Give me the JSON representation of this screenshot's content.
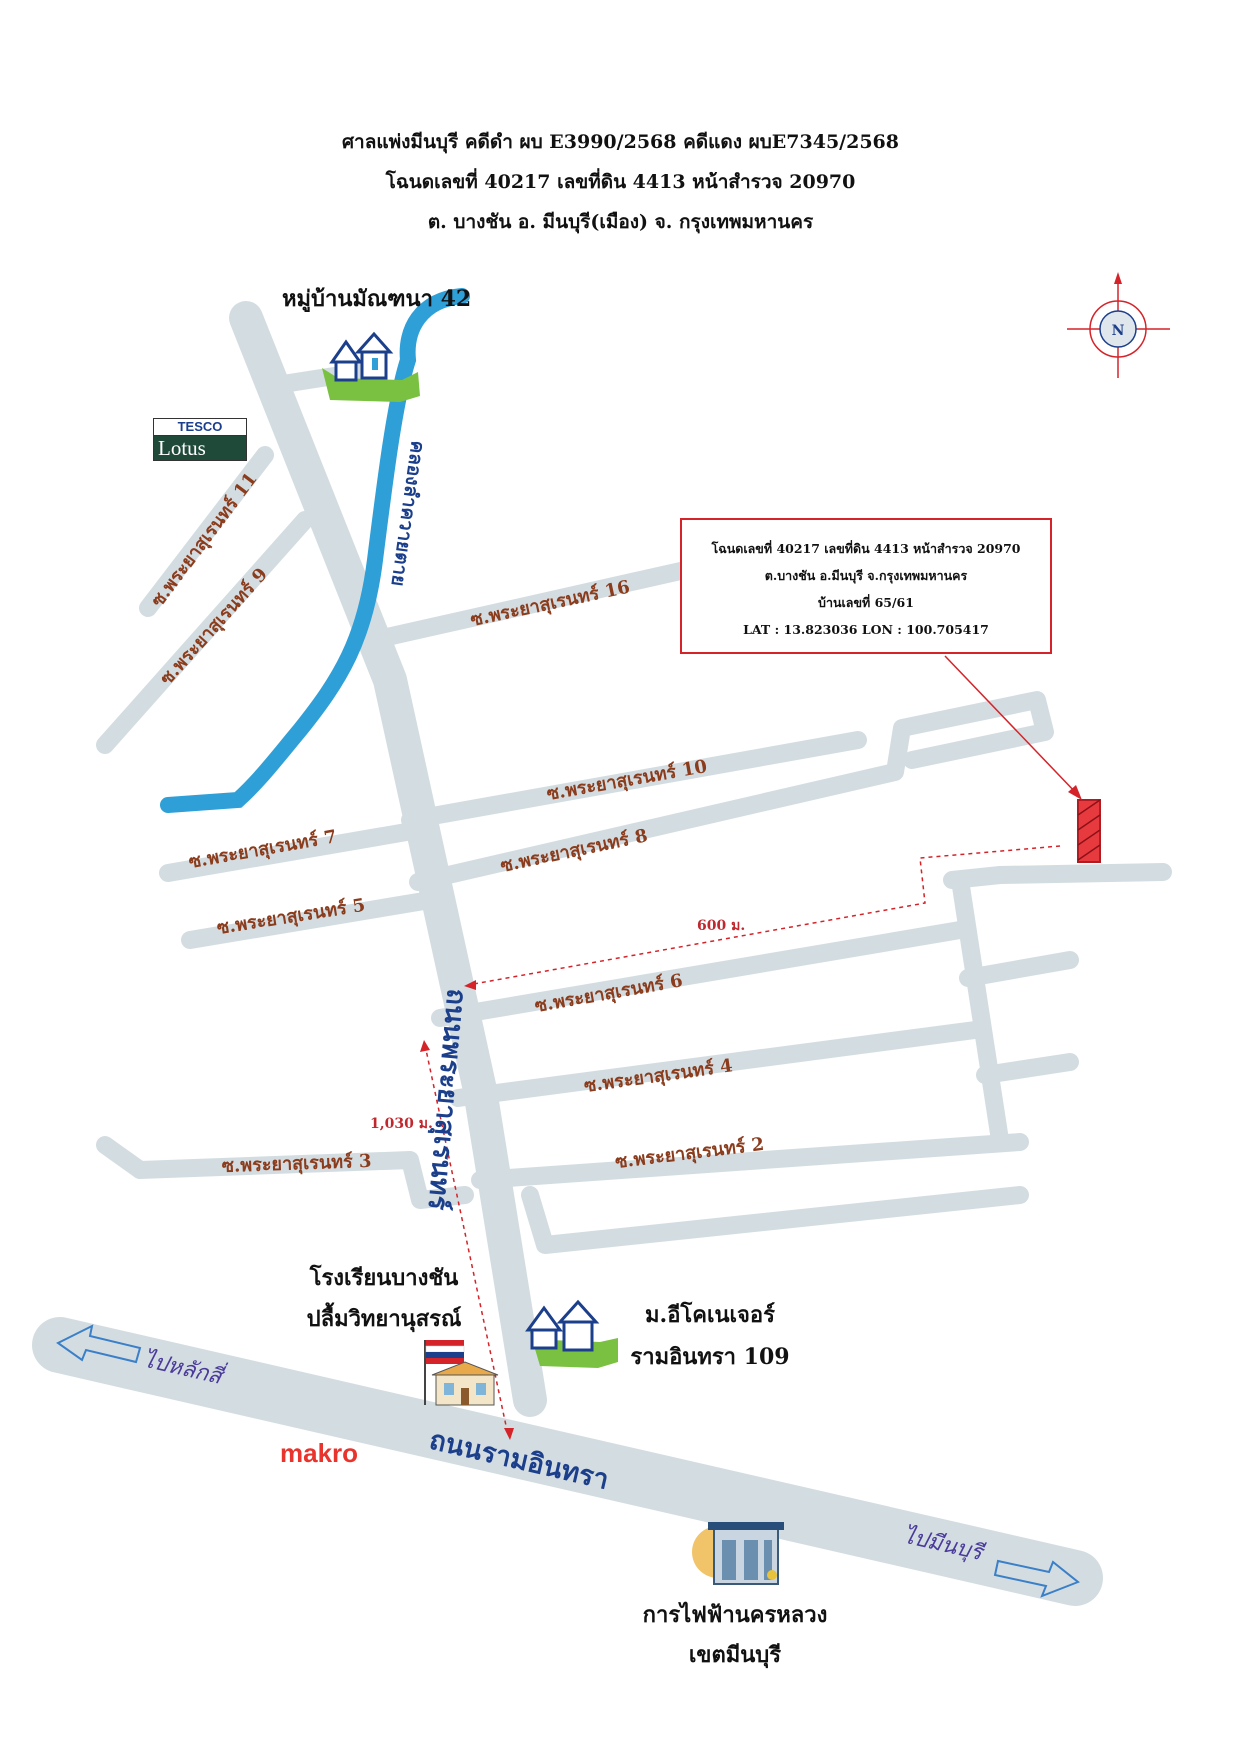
{
  "header": {
    "line1": "ศาลแพ่งมีนบุรี  คดีดำ ผบ E3990/2568  คดีแดง ผบE7345/2568",
    "line2": "โฉนดเลขที่  40217  เลขที่ดิน 4413  หน้าสำรวจ  20970",
    "line3": "ต. บางชัน   อ. มีนบุรี(เมือง)    จ. กรุงเทพมหานคร"
  },
  "info_box": {
    "line1": "โฉนดเลขที่ 40217 เลขที่ดิน 4413 หน้าสำรวจ 20970",
    "line2": "ต.บางชัน  อ.มีนบุรี  จ.กรุงเทพมหานคร",
    "line3": "บ้านเลขที่ 65/61",
    "line4": "LAT : 13.823036    LON : 100.705417"
  },
  "compass": {
    "label": "N"
  },
  "roads": {
    "soi16": "ซ.พระยาสุเรนทร์ 16",
    "soi11": "ซ.พระยาสุเรนทร์ 11",
    "soi9": "ซ.พระยาสุเรนทร์ 9",
    "soi10": "ซ.พระยาสุเรนทร์ 10",
    "soi7": "ซ.พระยาสุเรนทร์ 7",
    "soi8": "ซ.พระยาสุเรนทร์ 8",
    "soi5": "ซ.พระยาสุเรนทร์ 5",
    "soi6": "ซ.พระยาสุเรนทร์ 6",
    "soi4": "ซ.พระยาสุเรนทร์ 4",
    "soi3": "ซ.พระยาสุเรนทร์ 3",
    "soi2": "ซ.พระยาสุเรนทร์ 2",
    "main_vertical": "ถนนพระยาสุเรนทร์",
    "main_horizontal": "ถนนรามอินทรา",
    "to_laksi": "ไปหลักสี่",
    "to_minburi": "ไปมีนบุรี",
    "canal": "คลองลำควายตาย"
  },
  "distances": {
    "d600": "600 ม.",
    "d1030": "1,030 ม."
  },
  "landmarks": {
    "village42": "หมู่บ้านมัณฑนา 42",
    "tesco_top": "TESCO",
    "tesco_bottom": "Lotus",
    "school_line1": "โรงเรียนบางชัน",
    "school_line2": "ปลื้มวิทยานุสรณ์",
    "eco_line1": "ม.อีโคเนเจอร์",
    "eco_line2": "รามอินทรา 109",
    "makro": "makro",
    "mea_line1": "การไฟฟ้านครหลวง",
    "mea_line2": "เขตมีนบุรี"
  },
  "colors": {
    "road": "#d3dde1",
    "canal": "#2f9fd8",
    "marker": "#d4242a",
    "label": "#8b3c1c",
    "main_label": "#1c3f8c"
  }
}
